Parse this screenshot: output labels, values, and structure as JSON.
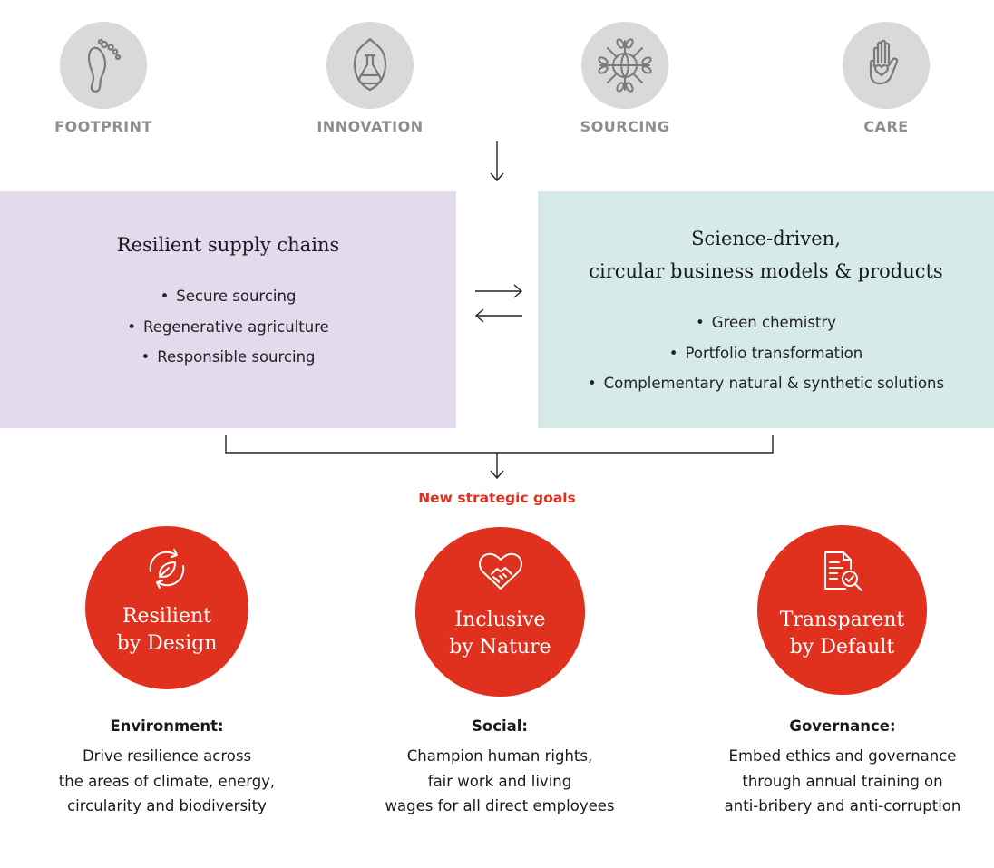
{
  "pillars": [
    {
      "label": "FOOTPRINT",
      "icon": "footprint-icon"
    },
    {
      "label": "INNOVATION",
      "icon": "flask-leaf-icon"
    },
    {
      "label": "SOURCING",
      "icon": "globe-branches-icon"
    },
    {
      "label": "CARE",
      "icon": "hand-heart-icon"
    }
  ],
  "boxes": {
    "left": {
      "title": "Resilient supply chains",
      "bullets": [
        "Secure sourcing",
        "Regenerative agriculture",
        "Responsible sourcing"
      ]
    },
    "right": {
      "title_line1": "Science-driven,",
      "title_line2": "circular business models & products",
      "bullets": [
        "Green chemistry",
        "Portfolio transformation",
        "Complementary natural & synthetic solutions"
      ]
    }
  },
  "new_goals_label": "New strategic goals",
  "goals": [
    {
      "title_line1": "Resilient",
      "title_line2": "by Design",
      "icon": "recycle-leaf-icon",
      "heading": "Environment:",
      "body": [
        "Drive resilience across",
        "the areas of climate, energy,",
        "circularity and biodiversity"
      ]
    },
    {
      "title_line1": "Inclusive",
      "title_line2": "by Nature",
      "icon": "heart-handshake-icon",
      "heading": "Social:",
      "body": [
        "Champion human rights,",
        "fair work and living",
        "wages for all direct employees"
      ]
    },
    {
      "title_line1": "Transparent",
      "title_line2": "by Default",
      "icon": "document-magnifier-icon",
      "heading": "Governance:",
      "body": [
        "Embed ethics and governance",
        "through annual training on",
        "anti-bribery and anti-corruption"
      ]
    }
  ],
  "colors": {
    "accent_red": "#e0301e",
    "pillar_gray": "#d9d9d9",
    "pillar_label_gray": "#8e8e8e",
    "box_left_purple": "#e3daee",
    "box_right_teal": "#d6ebe7"
  }
}
